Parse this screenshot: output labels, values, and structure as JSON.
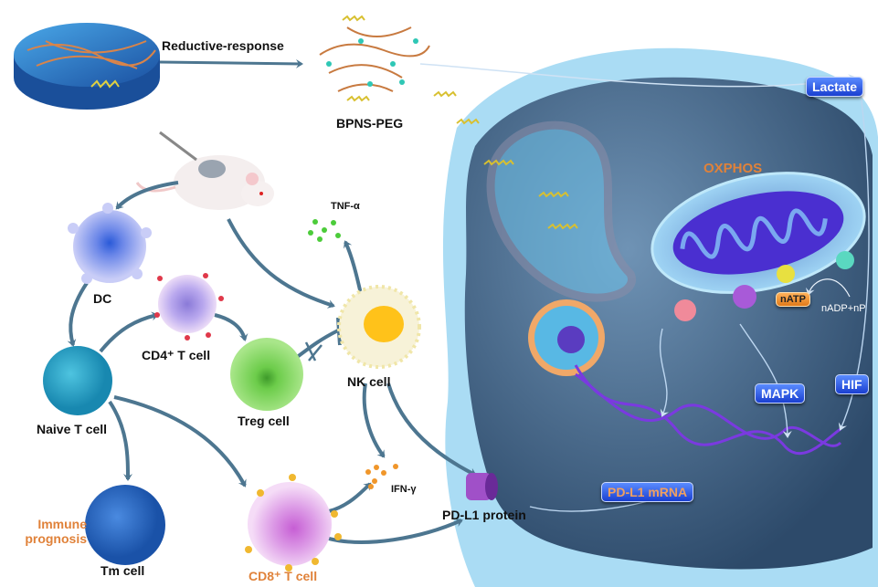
{
  "title": "BPNS-PEG hydrogel immune and metabolic mechanism",
  "labels": {
    "reductive_response": "Reductive-response",
    "bpns_peg": "BPNS-PEG",
    "lactate": "Lactate",
    "oxphos": "OXPHOS",
    "natp": "nATP",
    "nadp": "nADP+nP",
    "mapk": "MAPK",
    "hif": "HIF",
    "pdl1_mrna": "PD-L1 mRNA",
    "pdl1_protein": "PD-L1 protein",
    "tnf": "TNF-α",
    "ifn": "IFN-γ",
    "dc": "DC",
    "cd4": "CD4⁺ T cell",
    "treg": "Treg cell",
    "nk": "NK cell",
    "naive": "Naive T cell",
    "tm": "Tm cell",
    "cd8": "CD8⁺ T cell",
    "immune_prognosis": "Immune prognosis"
  },
  "colors": {
    "arrow": "#4d7690",
    "badge": "#2a55e0",
    "accent_orange": "#e0823a",
    "cell_interior": "#3f5f80"
  }
}
